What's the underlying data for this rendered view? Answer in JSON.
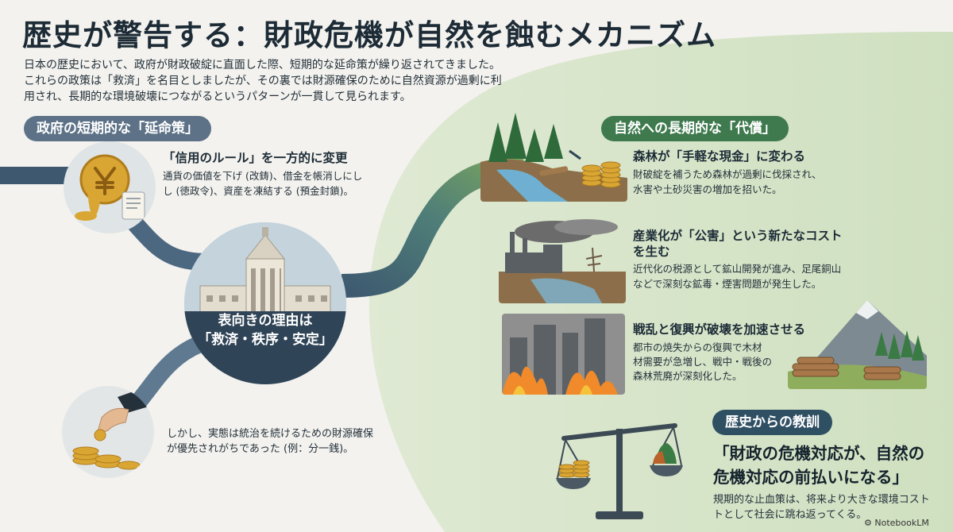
{
  "title": "歴史が警告する：財政危機が自然を蝕むメカニズム",
  "intro": {
    "line1": "日本の歴史において、政府が財政破綻に直面した際、短期的な延命策が繰り返されてきました。",
    "line2": "これらの政策は「救済」を名目としましたが、その裏では財源確保のために自然資源が過剰に利",
    "line3": "用され、長期的な環境破壊につながるというパターンが一貫して見られます。"
  },
  "government": {
    "heading": "政府の短期的な「延命策」",
    "credit": {
      "title": "「信用のルール」を一方的に変更",
      "line1": "通貨の価値を下げ (改鋳)、借金を帳消しにし",
      "line2": "し (徳政令)、資産を凍結する (預金封鎖)。"
    },
    "diet_label": {
      "line1": "表向きの理由は",
      "line2": "「救済・秩序・安定」"
    },
    "reality": {
      "line1": "しかし、実態は統治を続けるための財源確保",
      "line2": "が優先されがちであった (例：分一銭)。"
    }
  },
  "nature": {
    "heading": "自然への長期的な「代償」",
    "forest": {
      "title": "森林が「手軽な現金」に変わる",
      "line1": "財破綻を補うため森林が過剰に伐採され、",
      "line2": "水害や土砂災害の増加を招いた。"
    },
    "industry": {
      "title1": "産業化が「公害」という新たなコスト",
      "title2": "を生む",
      "line1": "近代化の税源として鉱山開発が進み、足尾銅山",
      "line2": "などで深刻な鉱毒・煙害問題が発生した。"
    },
    "war": {
      "title": "戦乱と復興が破壊を加速させる",
      "line1": "都市の焼失からの復興で木材",
      "line2": "材需要が急増し、戦中・戦後の",
      "line3": "森林荒廃が深刻化した。"
    }
  },
  "lesson": {
    "heading": "歴史からの教訓",
    "quote1": "「財政の危機対応が、自然の",
    "quote2": "危機対応の前払いになる」",
    "line1": "規期的な止血策は、将来より大きな環境コスト",
    "line2": "トとして社会に跳ね返ってくる。"
  },
  "brand": "NotebookLM",
  "colors": {
    "navy": "#2f4456",
    "green_bg": "#d3e3c6",
    "green_pill": "#3f7a4e",
    "gov_pill": "#5d7287"
  }
}
